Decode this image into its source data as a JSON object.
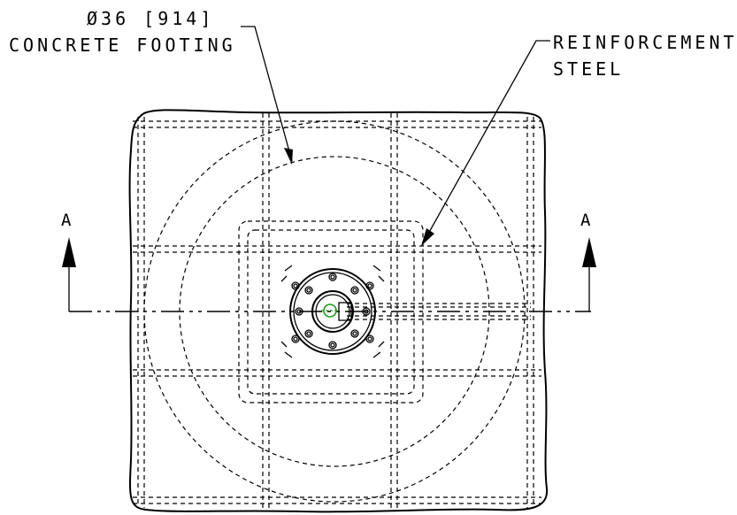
{
  "footing_callout": {
    "diameter_symbol": "Ø",
    "dimension": "36 [914]",
    "description": "CONCRETE FOOTING"
  },
  "reinforcement_callout": {
    "line1": "REINFORCEMENT",
    "line2": "STEEL"
  },
  "section_markers": {
    "left": "A",
    "right": "A"
  },
  "colors": {
    "linework": "#000000",
    "center_mark": "#1a9e1a",
    "background": "#ffffff"
  }
}
